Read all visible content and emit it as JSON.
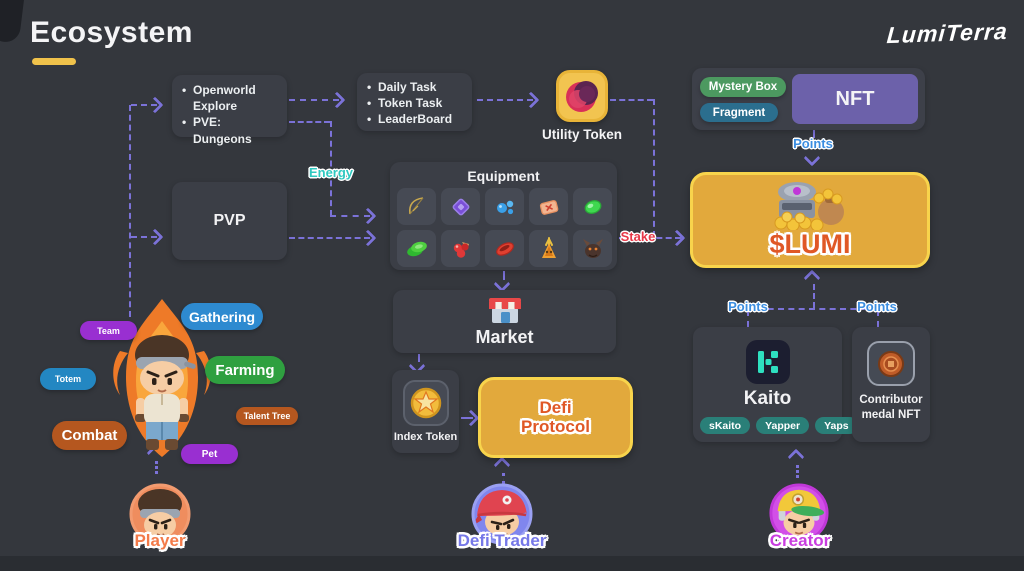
{
  "page": {
    "title": "Ecosystem",
    "brand": "LumiTerra"
  },
  "nodes": {
    "openworld": {
      "bullets": [
        "Openworld Explore",
        "PVE: Dungeons"
      ]
    },
    "tasks": {
      "bullets": [
        "Daily Task",
        "Token Task",
        "LeaderBoard"
      ]
    },
    "utility_token": {
      "label": "Utility Token",
      "icon": "utility-token-icon"
    },
    "nft_group": {
      "mystery_box": "Mystery Box",
      "fragment": "Fragment",
      "nft": "NFT"
    },
    "pvp": {
      "label": "PVP"
    },
    "equipment": {
      "title": "Equipment",
      "items": [
        "bow-icon",
        "purple-gem-icon",
        "blue-bubbles-icon",
        "ticket-icon",
        "green-gem-icon",
        "lilypad-icon",
        "berries-icon",
        "red-boat-icon",
        "plant-creature-icon",
        "horned-creature-icon"
      ]
    },
    "lumi": {
      "label": "$LUMI",
      "icon": "treasure-chest-icon"
    },
    "market": {
      "label": "Market",
      "icon": "market-stall-icon"
    },
    "index_token": {
      "label": "Index Token",
      "icon": "index-token-coin-icon"
    },
    "defi_protocol": {
      "label": "Defi Protocol"
    },
    "kaito": {
      "label": "Kaito",
      "icon": "kaito-logo-icon",
      "tags": [
        "sKaito",
        "Yapper",
        "Yaps"
      ]
    },
    "contributor": {
      "label": "Contributor medal NFT",
      "icon": "contributor-medal-icon"
    }
  },
  "edges": {
    "energy": "Energy",
    "stake": "Stake",
    "points": "Points"
  },
  "player": {
    "skills": [
      "Team",
      "Gathering",
      "Totem",
      "Farming",
      "Combat",
      "Talent Tree",
      "Pet"
    ]
  },
  "actors": {
    "player": "Player",
    "defi_trader": "Defi Trader",
    "creator": "Creator"
  },
  "colors": {
    "background": "#34373d",
    "node_box": "#3b3e46",
    "accent_yellow": "#f0c24b",
    "arrow_purple": "#7b72d8",
    "gold_fill": "#e2a93c",
    "gold_border": "#f8d44c",
    "gold_text": "#e05826",
    "energy": "#2ec8c0",
    "stake": "#e83848",
    "points": "#3b8de0",
    "player_label": "#f37b4a",
    "defi_trader_label": "#7678e8",
    "creator_label": "#c93ee0"
  }
}
